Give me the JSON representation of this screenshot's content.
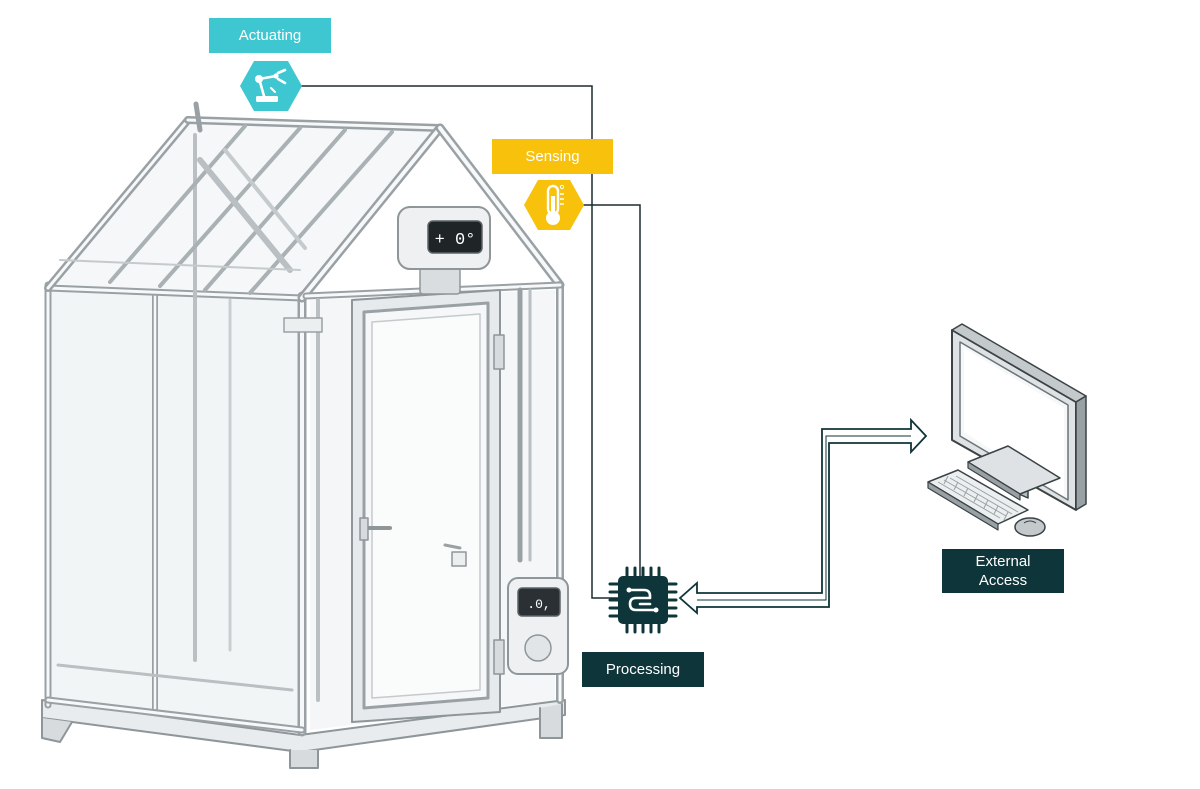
{
  "labels": {
    "actuating": "Actuating",
    "sensing": "Sensing",
    "processing": "Processing",
    "external_line1": "External",
    "external_line2": "Access"
  },
  "displays": {
    "top_sensor": "+ 0°",
    "side_sensor": ".0,"
  },
  "colors": {
    "actuating": "#3ec7d0",
    "sensing": "#f7c10c",
    "processing": "#0e3539",
    "external": "#0e3539",
    "label_text_light": "#ffffff",
    "line": "#1b2b2e"
  },
  "icons": {
    "actuating": "robot-arm-icon",
    "sensing": "thermometer-icon",
    "processing": "microchip-icon",
    "external": "desktop-computer-icon"
  }
}
